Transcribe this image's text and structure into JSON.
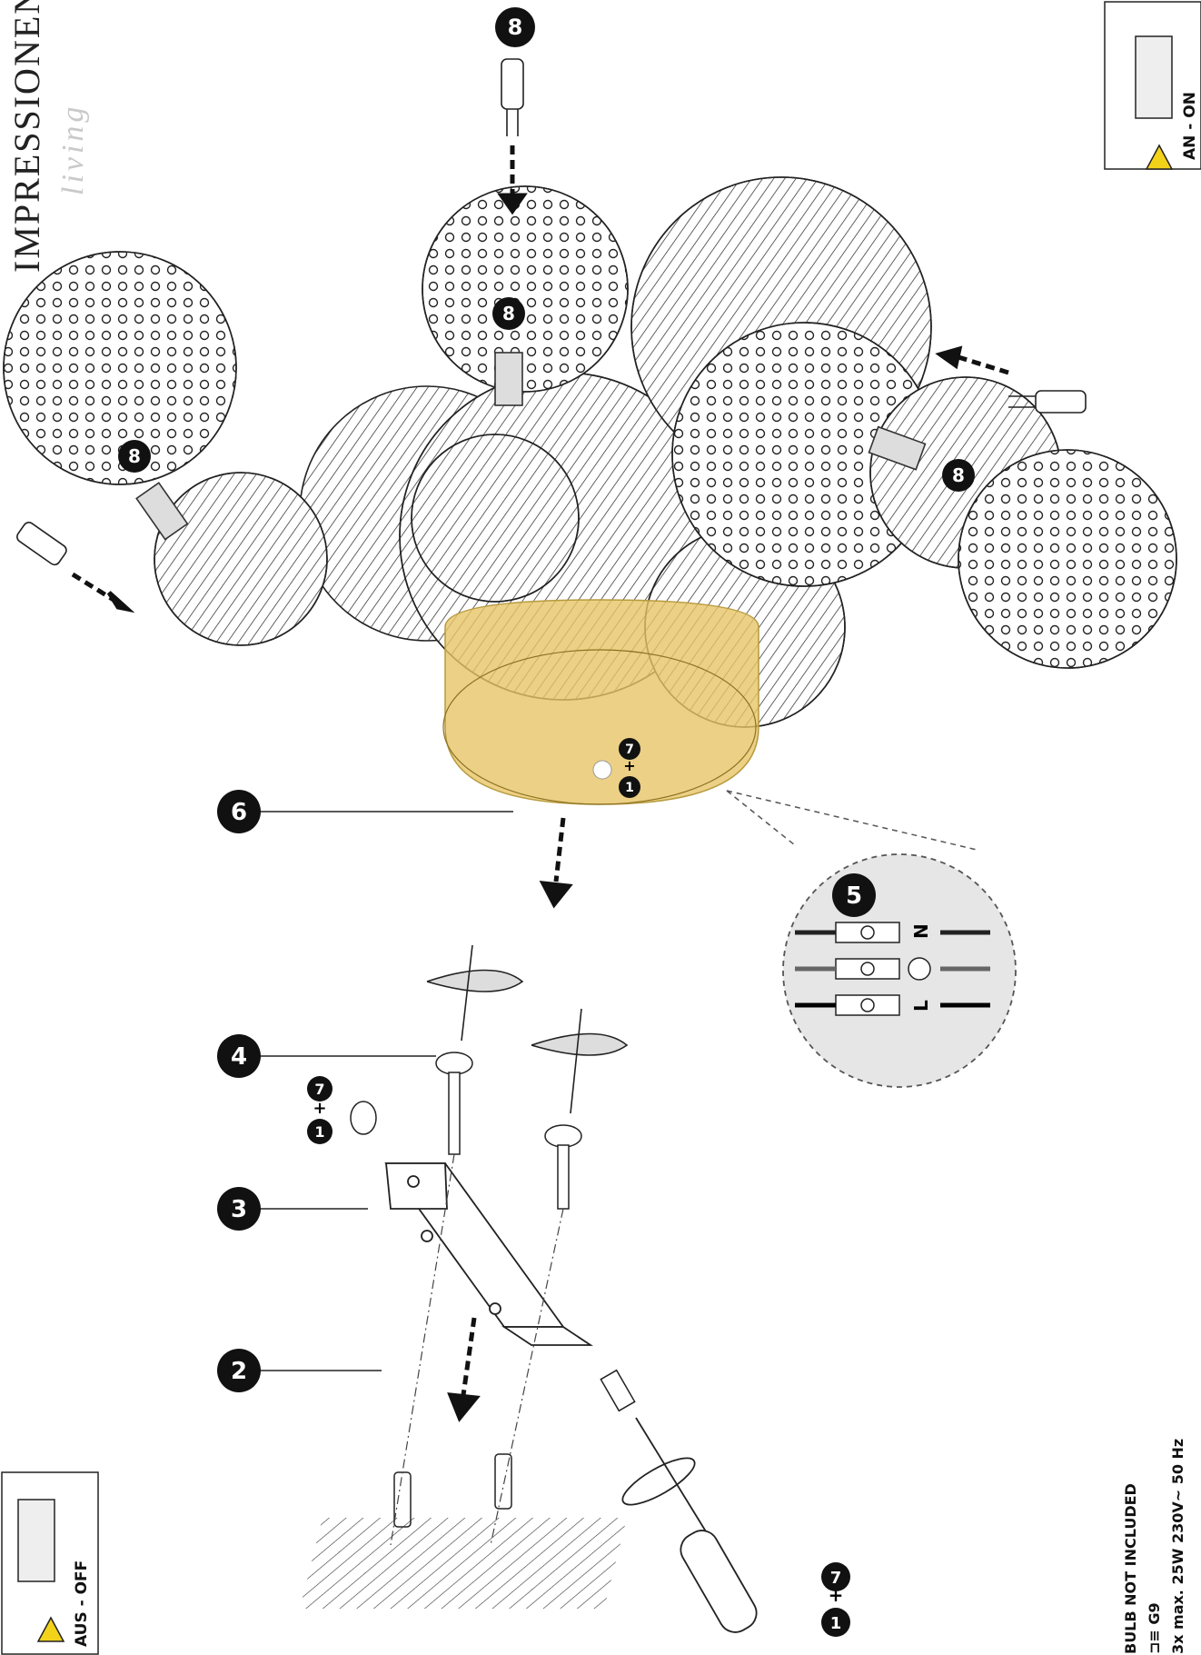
{
  "brand": {
    "name": "IMPRESSIONEN",
    "sub": "living"
  },
  "switches": {
    "off_label": "AUS - OFF",
    "on_label": "AN - ON"
  },
  "wiring": {
    "l": "L",
    "n": "N"
  },
  "steps": {
    "s1": "1",
    "s2": "2",
    "s3": "3",
    "s4": "4",
    "s5": "5",
    "s6": "6",
    "s7": "7",
    "s8": "8",
    "plus": "+"
  },
  "spec": {
    "line1": "BULB NOT INCLUDED",
    "line2": "G9",
    "line3": "3x max. 25W    230V~  50 Hz"
  },
  "colors": {
    "canopy": "#e7c466",
    "badge": "#111111",
    "warning": "#f3d21a"
  }
}
